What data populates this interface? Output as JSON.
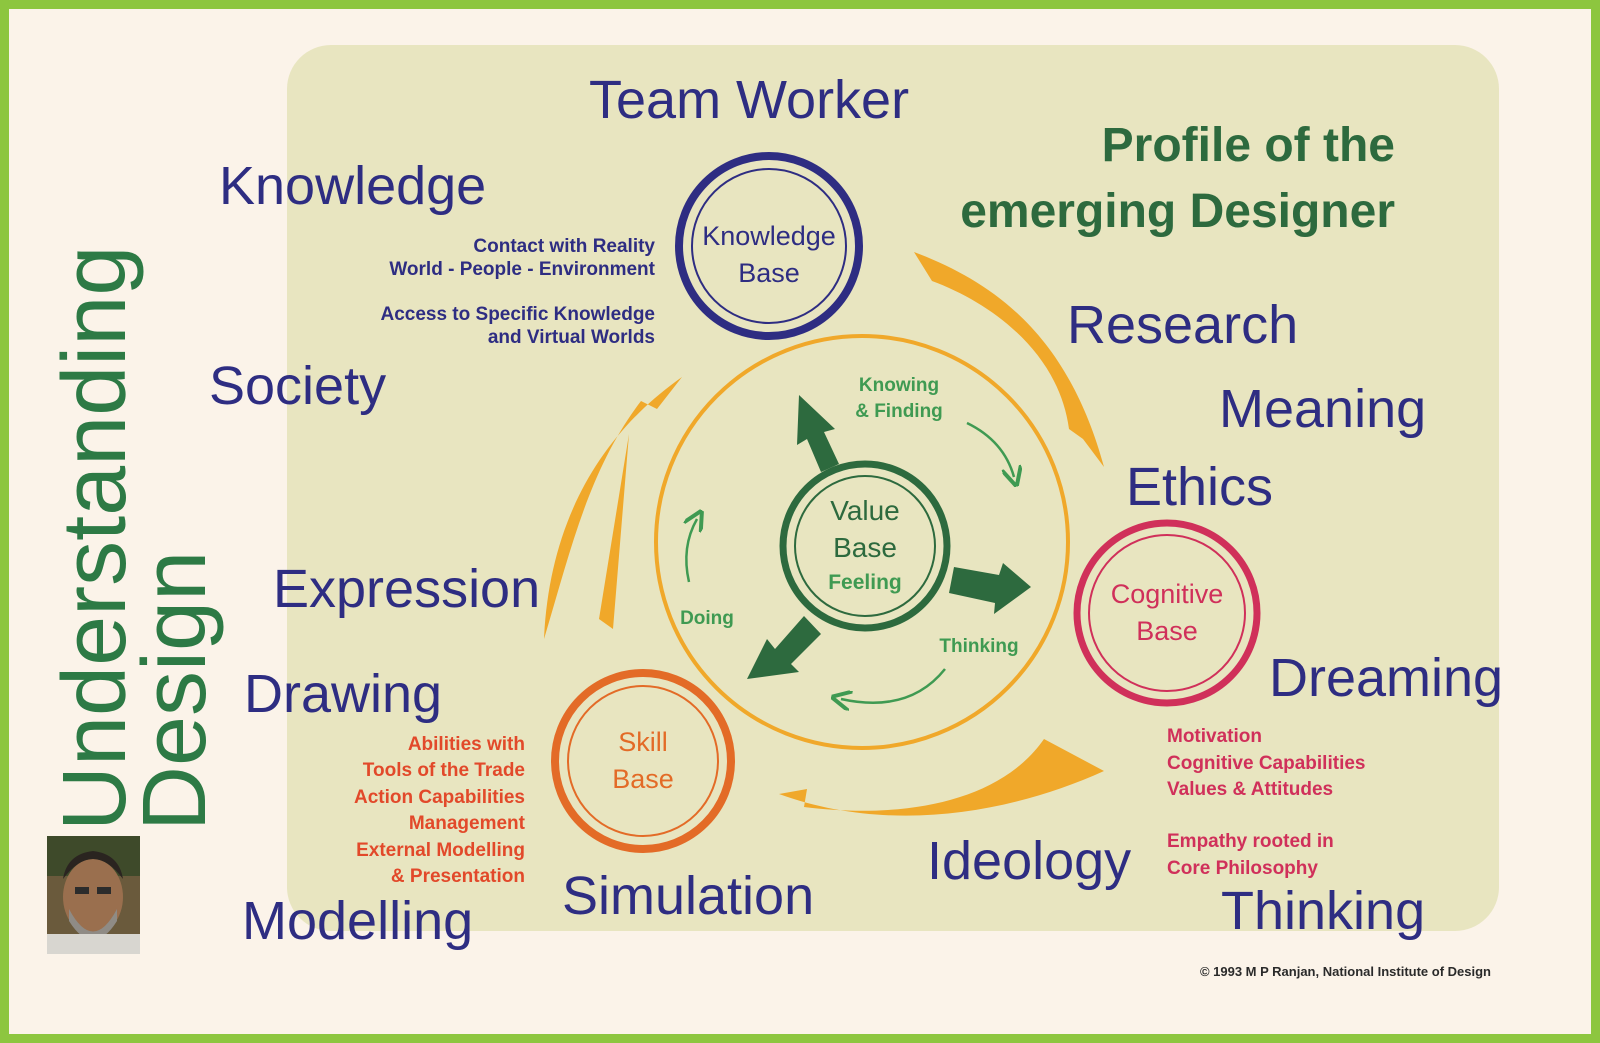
{
  "title": {
    "line1": "Profile of the",
    "line2": "emerging Designer"
  },
  "side_title": {
    "line1": "Understanding",
    "line2": "Design"
  },
  "keywords": {
    "team_worker": "Team Worker",
    "knowledge": "Knowledge",
    "society": "Society",
    "expression": "Expression",
    "drawing": "Drawing",
    "modelling": "Modelling",
    "simulation": "Simulation",
    "ideology": "Ideology",
    "thinking": "Thinking",
    "dreaming": "Dreaming",
    "ethics": "Ethics",
    "meaning": "Meaning",
    "research": "Research"
  },
  "knowledge_base": {
    "label_line1": "Knowledge",
    "label_line2": "Base",
    "notes": [
      "Contact with Reality",
      "World - People - Environment",
      "Access to Specific Knowledge",
      "and Virtual Worlds"
    ]
  },
  "value_base": {
    "label_line1": "Value",
    "label_line2": "Base",
    "sub": "Feeling"
  },
  "cognitive_base": {
    "label_line1": "Cognitive",
    "label_line2": "Base",
    "notes": [
      "Motivation",
      "Cognitive Capabilities",
      "Values & Attitudes",
      "Empathy rooted in",
      "Core Philosophy"
    ]
  },
  "skill_base": {
    "label_line1": "Skill",
    "label_line2": "Base",
    "notes": [
      "Abilities with",
      "Tools of the Trade",
      "Action Capabilities",
      "Management",
      "External Modelling",
      "& Presentation"
    ]
  },
  "cycle": {
    "knowing_line1": "Knowing",
    "knowing_line2": "& Finding",
    "thinking": "Thinking",
    "doing": "Doing"
  },
  "copyright": "© 1993  M P Ranjan, National Institute of Design",
  "colors": {
    "border": "#8dc63f",
    "panel": "#e8e5c0",
    "navy": "#2e2d82",
    "green": "#2d6a3e",
    "light_green": "#3f9a52",
    "orange_ring": "#f0a82a",
    "cognitive": "#d0305a",
    "skill": "#e36b27",
    "skill_text": "#e2492a"
  }
}
